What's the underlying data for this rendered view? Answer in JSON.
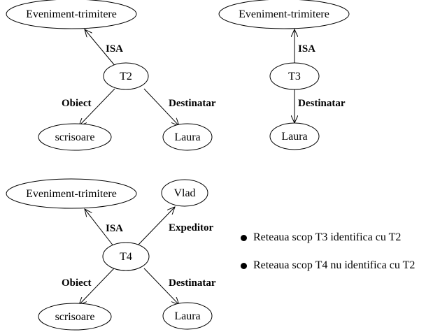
{
  "diagram": {
    "networks": [
      {
        "nodes": {
          "event": "Eveniment-trimitere",
          "center": "T2",
          "object": "scrisoare",
          "recipient": "Laura"
        },
        "edges": {
          "isa": "ISA",
          "object": "Obiect",
          "recipient": "Destinatar"
        }
      },
      {
        "nodes": {
          "event": "Eveniment-trimitere",
          "center": "T3",
          "recipient": "Laura"
        },
        "edges": {
          "isa": "ISA",
          "recipient": "Destinatar"
        }
      },
      {
        "nodes": {
          "event": "Eveniment-trimitere",
          "center": "T4",
          "sender": "Vlad",
          "object": "scrisoare",
          "recipient": "Laura"
        },
        "edges": {
          "isa": "ISA",
          "sender": "Expeditor",
          "object": "Obiect",
          "recipient": "Destinatar"
        }
      }
    ],
    "notes": [
      "Reteaua scop T3 identifica cu T2",
      "Reteaua scop T4 nu identifica cu T2"
    ]
  }
}
